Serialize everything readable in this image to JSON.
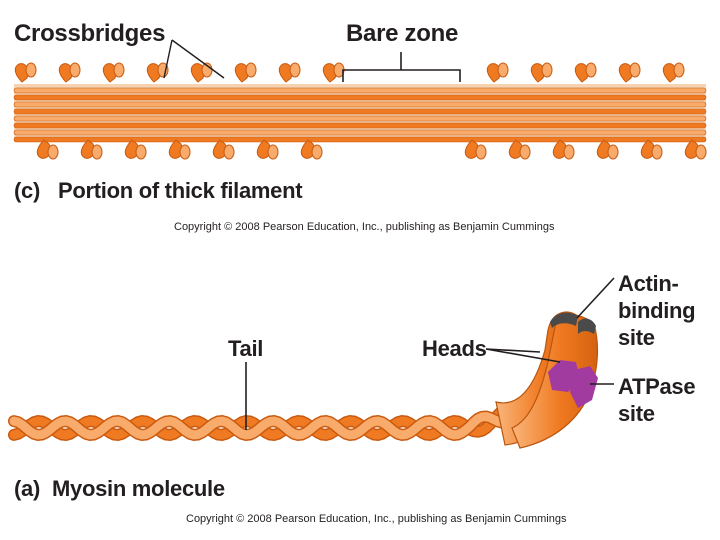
{
  "colors": {
    "filament": "#f07a22",
    "filament_light": "#f8ab6a",
    "filament_dark": "#c95a10",
    "head_tip": "#4a4a4a",
    "atpase": "#a23b9f",
    "text": "#231f20"
  },
  "panel_c": {
    "crossbridges_label": "Crossbridges",
    "bare_zone_label": "Bare zone",
    "caption_letter": "(c)",
    "caption_text": "Portion of thick filament",
    "copyright": "Copyright © 2008 Pearson Education, Inc., publishing as Benjamin Cummings"
  },
  "panel_a": {
    "tail_label": "Tail",
    "heads_label": "Heads",
    "actin_label_lines": [
      "Actin-",
      "binding",
      "site"
    ],
    "atpase_label_lines": [
      "ATPase",
      "site"
    ],
    "caption_letter": "(a)",
    "caption_text": "Myosin molecule",
    "copyright": "Copyright © 2008 Pearson Education, Inc., publishing as Benjamin Cummings"
  }
}
